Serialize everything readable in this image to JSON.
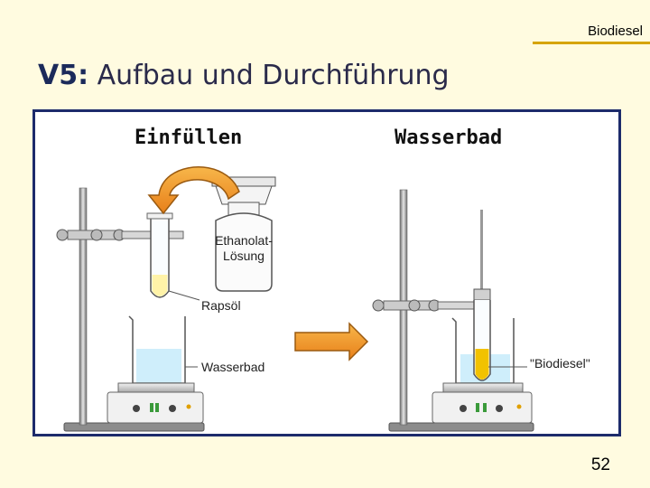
{
  "header": {
    "section": "Biodiesel"
  },
  "title": {
    "prefix": "V5:",
    "text": " Aufbau und Durchführung"
  },
  "panel": {
    "left_heading": "Einfüllen",
    "right_heading": "Wasserbad",
    "labels": {
      "ethanol_line1": "Ethanolat-",
      "ethanol_line2": "Lösung",
      "rapeseed_oil": "Rapsöl",
      "water_bath_left": "Wasserbad",
      "biodiesel": "\"Biodiesel\""
    }
  },
  "footer": {
    "page_number": "52"
  },
  "colors": {
    "accent_rule": "#d6a400",
    "panel_border": "#1d2b6b",
    "arrow_orange": "#f39a1e",
    "water": "#cfeefb",
    "oil": "#fff3a8",
    "biodiesel": "#f2c200"
  },
  "icons": [
    "curved-arrow-icon",
    "right-arrow-icon",
    "retort-stand-icon",
    "beaker-icon",
    "hotplate-icon"
  ]
}
